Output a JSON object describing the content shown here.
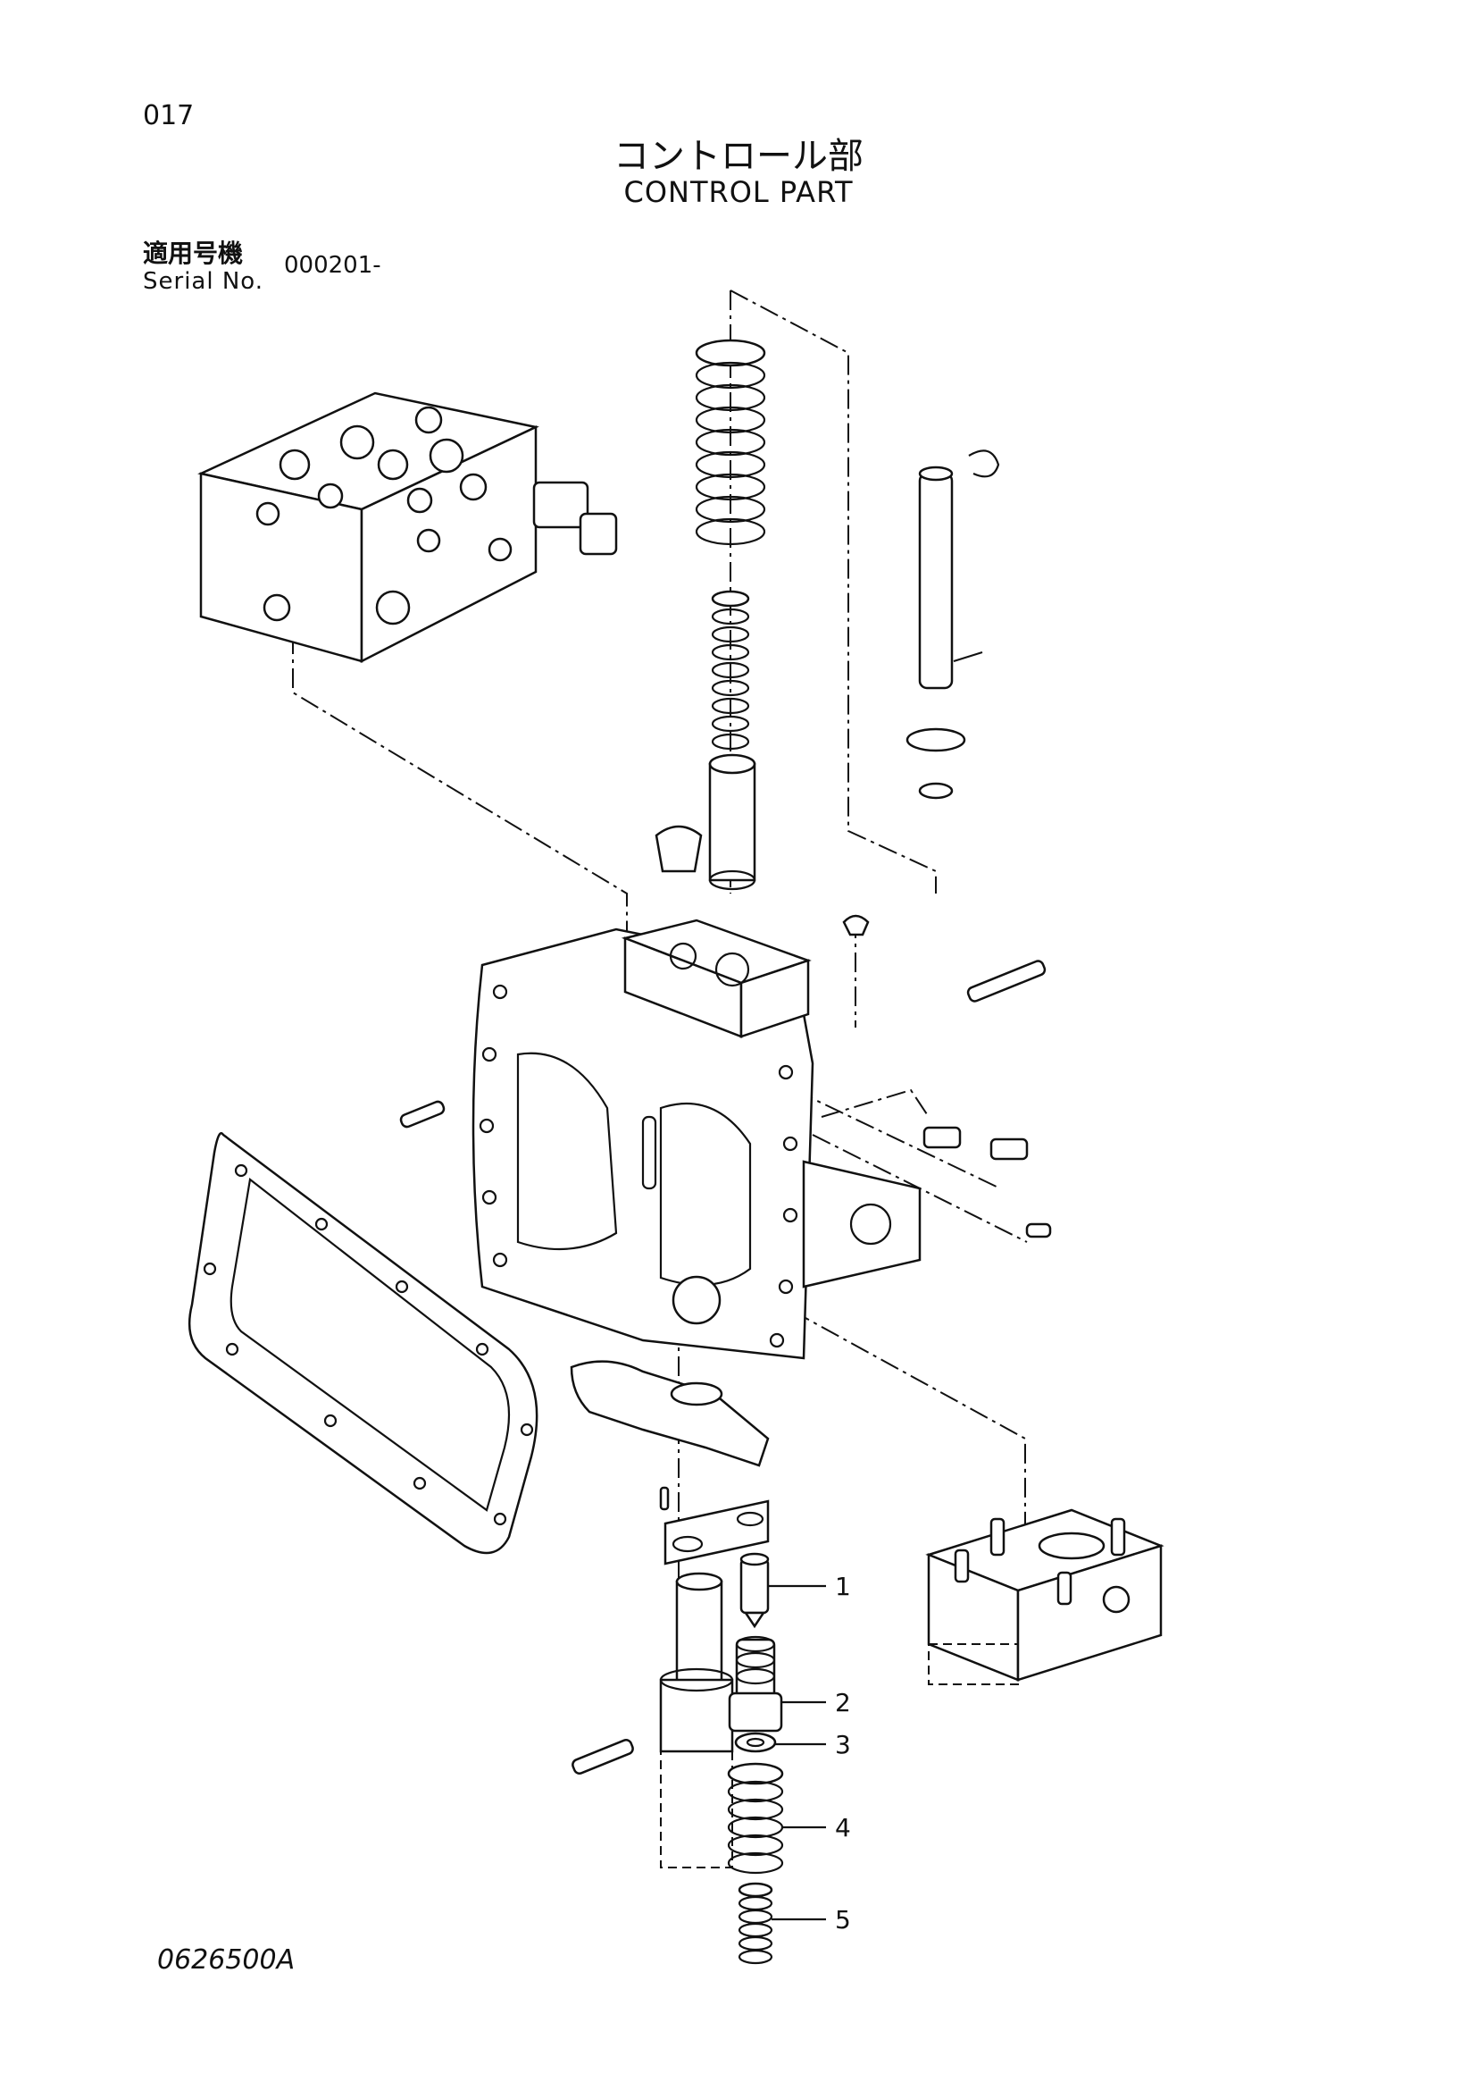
{
  "header": {
    "page_number": "017",
    "title_jp": "コントロール部",
    "title_en": "CONTROL PART"
  },
  "serial": {
    "label_jp": "適用号機",
    "label_en": "Serial No.",
    "value": "000201-"
  },
  "callouts": [
    {
      "number": "1"
    },
    {
      "number": "2"
    },
    {
      "number": "3"
    },
    {
      "number": "4"
    },
    {
      "number": "5"
    }
  ],
  "footer": {
    "drawing_code": "0626500A"
  }
}
